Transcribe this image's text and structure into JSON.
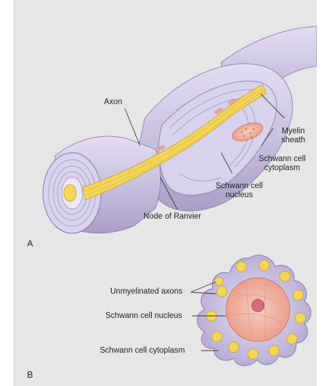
{
  "panel_a": {
    "letter": "A",
    "labels": {
      "axon": "Axon",
      "myelin_sheath_1": "Myelin",
      "myelin_sheath_2": "sheath",
      "schwann_cytoplasm_1": "Schwann cell",
      "schwann_cytoplasm_2": "cytoplasm",
      "schwann_nucleus_1": "Schwann cell",
      "schwann_nucleus_2": "nucleus",
      "node_of_ranvier": "Node of Ranvier"
    }
  },
  "panel_b": {
    "letter": "B",
    "labels": {
      "unmyelinated_axons": "Unmyelinated axons",
      "schwann_nucleus": "Schwann cell nucleus",
      "schwann_cytoplasm": "Schwann cell cytoplasm"
    }
  },
  "colors": {
    "background": "#e6e6e6",
    "membrane": "#c9c2e0",
    "membrane_dark": "#a79dc6",
    "axon": "#f3d65a",
    "nucleus": "#f2b7a6",
    "cell_body": "#c8bfe0"
  }
}
